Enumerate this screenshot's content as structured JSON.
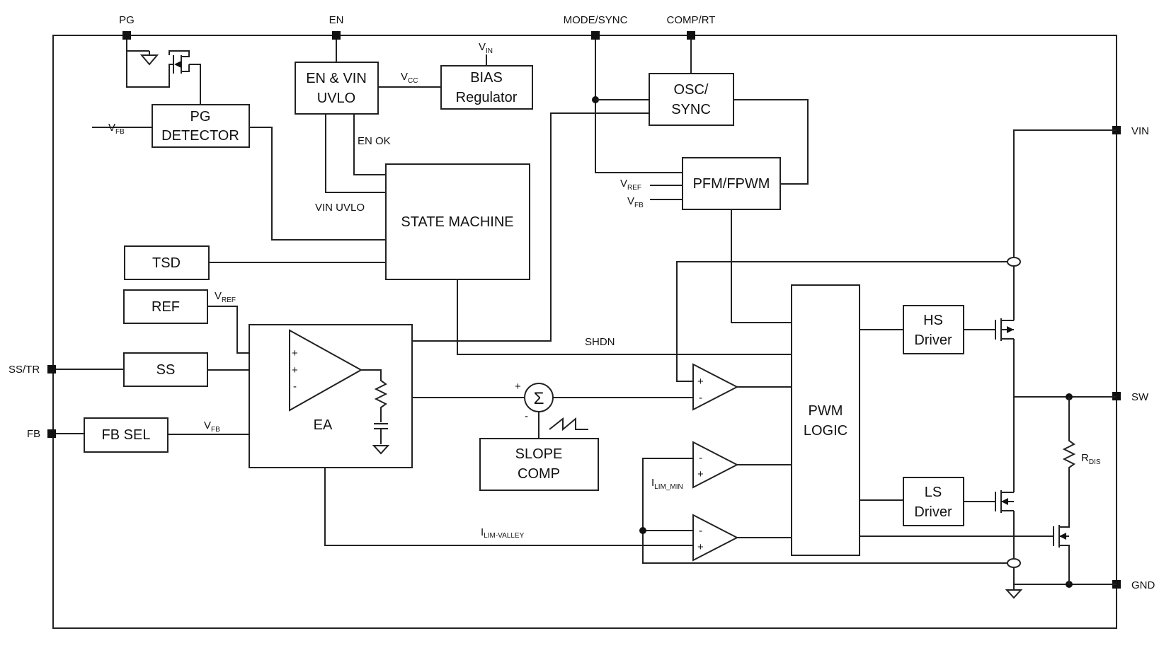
{
  "pins": {
    "pg": "PG",
    "en": "EN",
    "mode_sync": "MODE/SYNC",
    "comp_rt": "COMP/RT",
    "vin": "VIN",
    "sw": "SW",
    "gnd": "GND",
    "ss_tr": "SS/TR",
    "fb": "FB"
  },
  "blocks": {
    "pg_detector": [
      "PG",
      "DETECTOR"
    ],
    "en_vin_uvlo": [
      "EN & VIN",
      "UVLO"
    ],
    "bias_regulator": [
      "BIAS",
      "Regulator"
    ],
    "osc_sync": [
      "OSC/",
      "SYNC"
    ],
    "pfm_fpwm": "PFM/FPWM",
    "state_machine": "STATE MACHINE",
    "tsd": "TSD",
    "ref": "REF",
    "ss": "SS",
    "fb_sel": "FB SEL",
    "ea": "EA",
    "slope_comp": [
      "SLOPE",
      "COMP"
    ],
    "pwm_logic": [
      "PWM",
      "LOGIC"
    ],
    "hs_driver": [
      "HS",
      "Driver"
    ],
    "ls_driver": [
      "LS",
      "Driver"
    ]
  },
  "signals": {
    "vcc": {
      "main": "V",
      "sub": "CC"
    },
    "vin_sup": {
      "main": "V",
      "sub": "IN"
    },
    "en_ok": "EN OK",
    "vin_uvlo": "VIN UVLO",
    "vfb": {
      "main": "V",
      "sub": "FB"
    },
    "vref": {
      "main": "V",
      "sub": "REF"
    },
    "shdn": "SHDN",
    "ilim_min": {
      "main": "I",
      "sub": "LIM_MIN"
    },
    "ilim_valley": {
      "main": "I",
      "sub": "LIM-VALLEY"
    },
    "rdis": {
      "main": "R",
      "sub": "DIS"
    }
  },
  "symbols": {
    "plus": "+",
    "minus": "-",
    "sigma": "Σ"
  }
}
